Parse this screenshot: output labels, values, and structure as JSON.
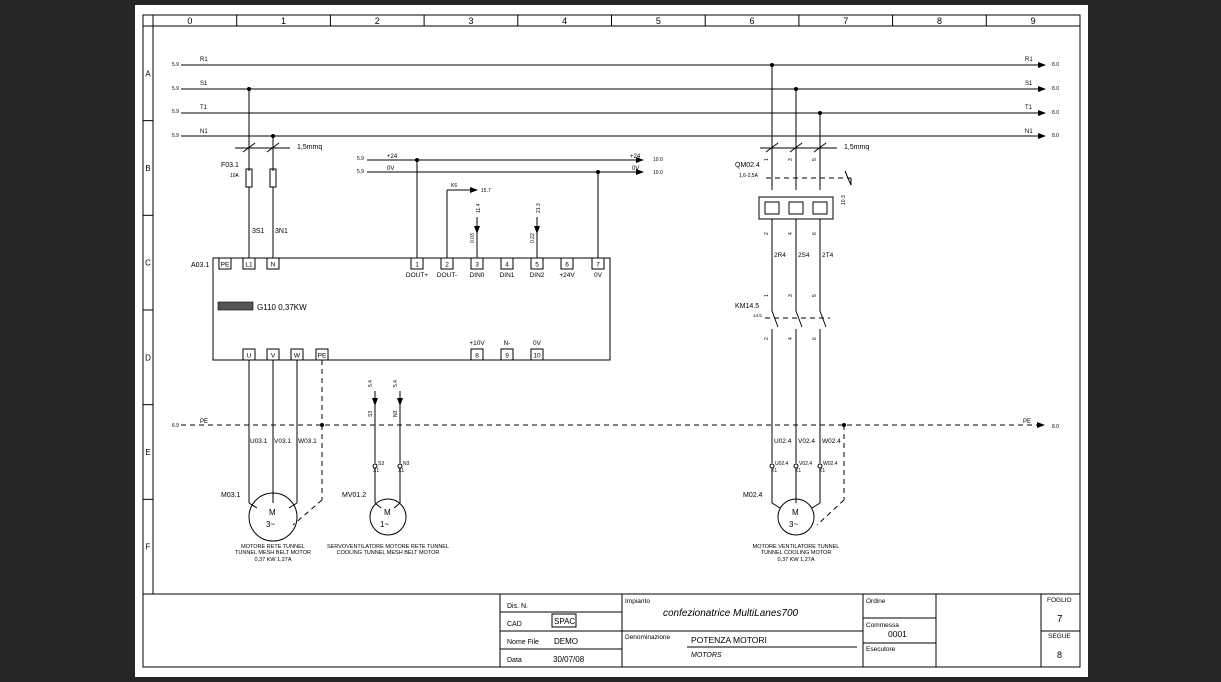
{
  "grid": {
    "columns": [
      "0",
      "1",
      "2",
      "3",
      "4",
      "5",
      "6",
      "7",
      "8",
      "9"
    ],
    "rows": [
      "A",
      "B",
      "C",
      "D",
      "E",
      "F"
    ]
  },
  "buses": {
    "R1": "R1",
    "S1": "S1",
    "T1": "T1",
    "N1": "N1",
    "src_ref": "5.9",
    "dst_ref": "8.0",
    "pe": "PE",
    "pe_src_ref": "6.9",
    "pe_dst_ref": "8.0"
  },
  "wire_section": "1,5mmq",
  "fuse": {
    "tag": "F03.1",
    "rating": "10A"
  },
  "wire_labels": {
    "s": "3S1",
    "n": "3N1"
  },
  "aux_supply": {
    "p24": "+24",
    "v0": "0V",
    "src_ref": "5.9",
    "dst_ref": "10.0",
    "k_label": "K6",
    "k_ref": "15.7",
    "signals": [
      "0.03",
      "11.4",
      "0.22",
      "21.3"
    ]
  },
  "inverter": {
    "tag": "A03.1",
    "model": "G110  0,37KW",
    "top_terminals": [
      {
        "num": "PE",
        "label": ""
      },
      {
        "num": "L1",
        "label": ""
      },
      {
        "num": "N",
        "label": ""
      },
      {
        "num": "1",
        "label": "DOUT+"
      },
      {
        "num": "2",
        "label": "DOUT-"
      },
      {
        "num": "3",
        "label": "DIN0"
      },
      {
        "num": "4",
        "label": "DIN1"
      },
      {
        "num": "5",
        "label": "DIN2"
      },
      {
        "num": "6",
        "label": "+24V"
      },
      {
        "num": "7",
        "label": "0V"
      }
    ],
    "bottom_terminals": [
      {
        "num": "U",
        "label": ""
      },
      {
        "num": "V",
        "label": ""
      },
      {
        "num": "W",
        "label": ""
      },
      {
        "num": "PE",
        "label": ""
      },
      {
        "num": "8",
        "label": "+10V"
      },
      {
        "num": "9",
        "label": "N-"
      },
      {
        "num": "10",
        "label": "0V"
      }
    ]
  },
  "motor1": {
    "wires": [
      "U03.1",
      "V03.1",
      "W03.1"
    ],
    "tag": "M03.1",
    "letter": "M",
    "phase": "3~",
    "desc": [
      "MOTORE RETE TUNNEL",
      "TUNNEL MESH BELT MOTOR",
      "0,37 KW 1,27A"
    ]
  },
  "motor2": {
    "refs": [
      "5.4",
      "5.4"
    ],
    "wires": [
      "S3",
      "N3"
    ],
    "terms": [
      "S3",
      "N3"
    ],
    "block": "X1",
    "tag": "MV01.2",
    "letter": "M",
    "phase": "1~",
    "desc": [
      "SERVOVENTILATORE MOTORE RETE TUNNEL",
      "COOLING TUNNEL MESH BELT MOTOR"
    ]
  },
  "breaker": {
    "tag": "QM02.4",
    "range": "1,6-2,5A",
    "ref": "10.3",
    "poles": [
      "1",
      "3",
      "5"
    ],
    "outputs": [
      "2",
      "4",
      "6"
    ]
  },
  "outputs_top": [
    "2R4",
    "2S4",
    "2T4"
  ],
  "contactor": {
    "tag": "KM14.5",
    "ref": "14.5"
  },
  "motor3": {
    "wires": [
      "U02.4",
      "V02.4",
      "W02.4"
    ],
    "block": "X1",
    "tag": "M02.4",
    "letter": "M",
    "phase": "3~",
    "desc": [
      "MOTORE VENTILATORE TUNNEL",
      "TUNNEL COOLING MOTOR",
      "0,37 KW 1,27A"
    ]
  },
  "title_block": {
    "dis_n_label": "Dis. N.",
    "cad_label": "CAD",
    "cad_value": "SPAC",
    "nome_file_label": "Nome File",
    "nome_file_value": "DEMO",
    "data_label": "Data",
    "data_value": "30/07/08",
    "impianto_label": "Impianto",
    "impianto_value": "confezionatrice  MultiLanes700",
    "denominazione_label": "Denominazione",
    "denominazione_value": "POTENZA MOTORI",
    "denominazione_en": "MOTORS",
    "ordine_label": "Ordine",
    "commessa_label": "Commessa",
    "commessa_value": "0001",
    "esecutore_label": "Esecutore",
    "foglio_label": "FOGLIO",
    "foglio_value": "7",
    "segue_label": "SEGUE",
    "segue_value": "8"
  }
}
